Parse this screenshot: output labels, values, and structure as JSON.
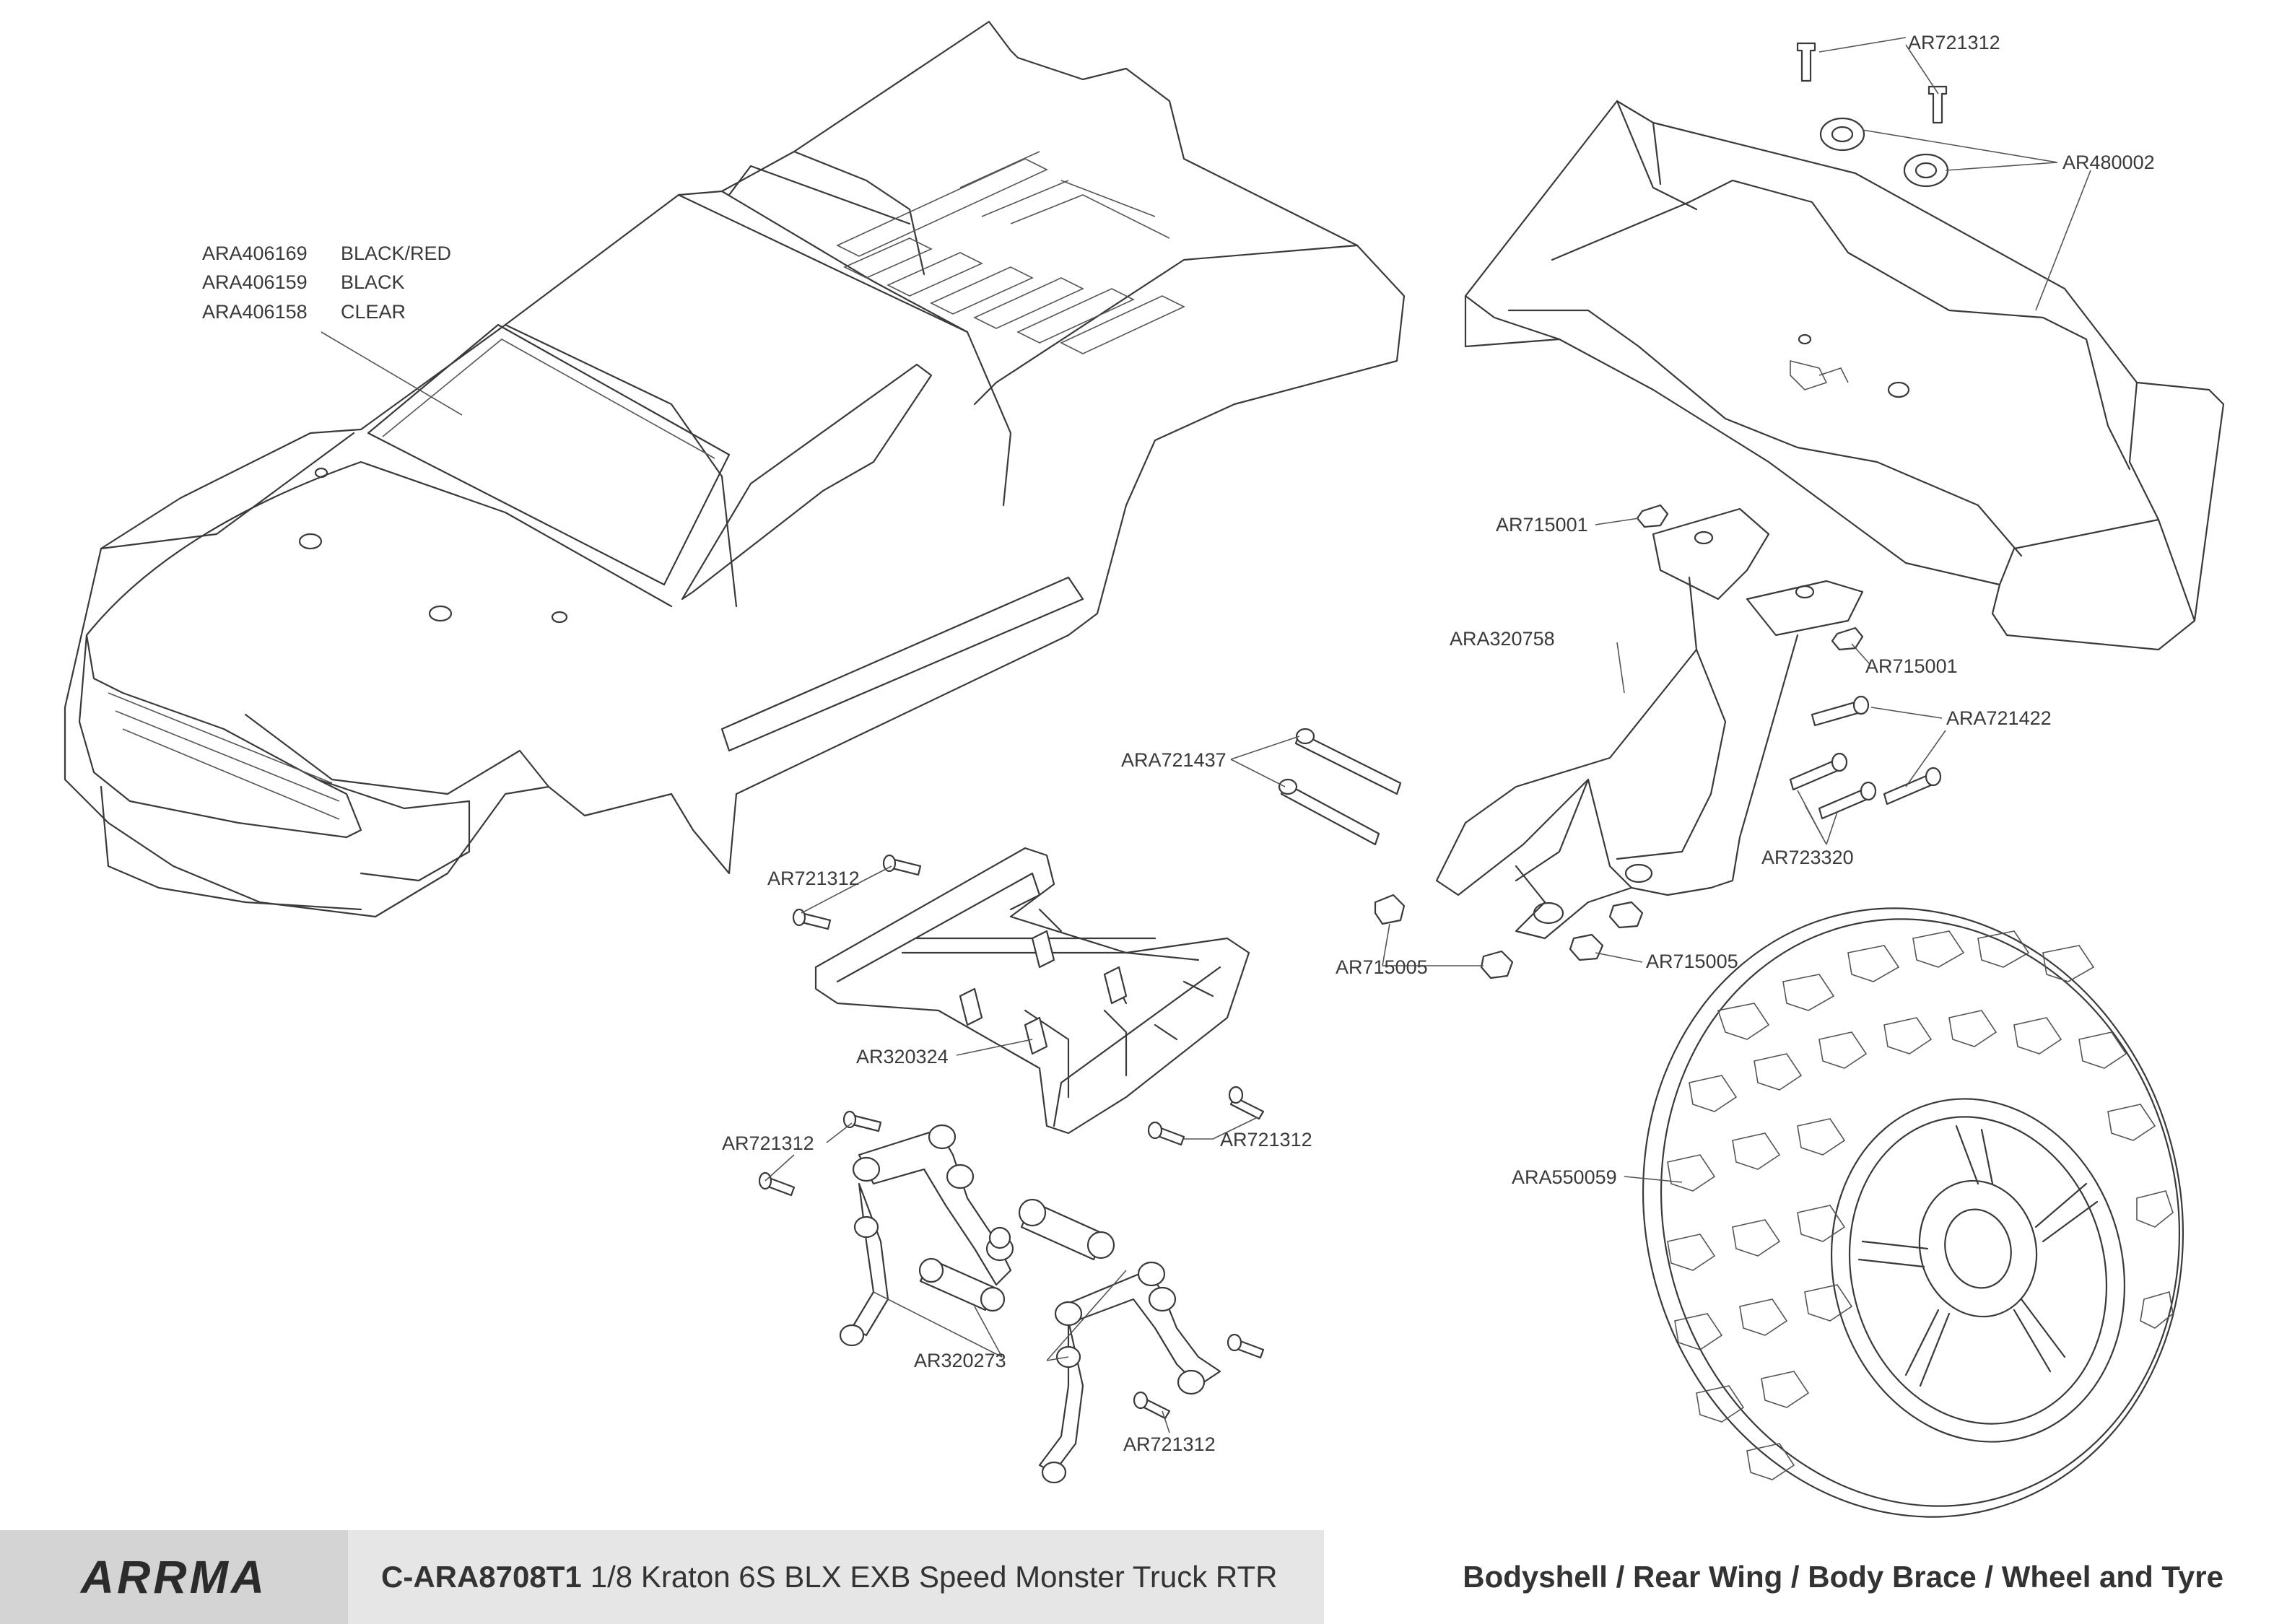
{
  "diagram": {
    "body_color_variants": [
      {
        "part": "ARA406169",
        "color": "BLACK/RED"
      },
      {
        "part": "ARA406159",
        "color": "BLACK"
      },
      {
        "part": "ARA406158",
        "color": "CLEAR"
      }
    ],
    "part_labels": {
      "wing_screw": "AR721312",
      "wing_washer": "AR480002",
      "wing_nut_top": "AR715001",
      "wing_mount": "ARA320758",
      "wing_nut_side": "AR715001",
      "wing_pin_long": "ARA721422",
      "body_pins": "ARA721437",
      "wing_pin_short": "AR723320",
      "brace_screw_top": "AR721312",
      "body_brace": "AR320324",
      "mount_nut_left": "AR715005",
      "mount_nut_right": "AR715005",
      "brace_screw_right": "AR721312",
      "brace_screw_left": "AR721312",
      "wheel_tyre": "ARA550059",
      "links": "AR320273",
      "link_screw_bottom": "AR721312"
    }
  },
  "footer": {
    "brand_logo": "ARRMA",
    "model_code": "C-ARA8708T1",
    "model_name": "1/8 Kraton 6S BLX EXB Speed Monster Truck RTR",
    "section_title": "Bodyshell / Rear Wing / Body Brace / Wheel and Tyre"
  }
}
